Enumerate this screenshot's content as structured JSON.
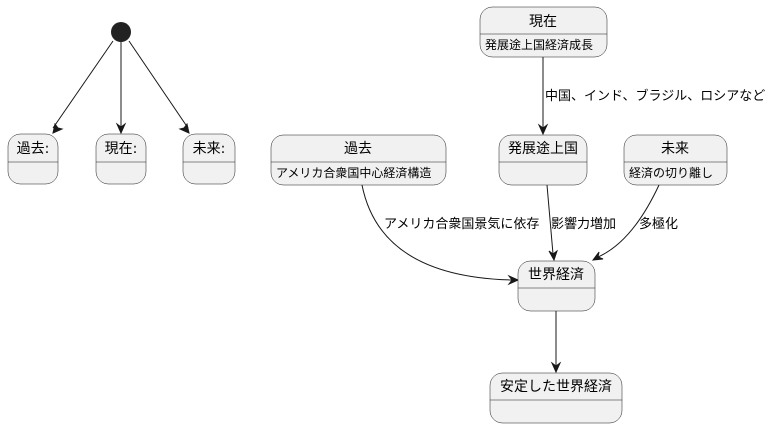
{
  "colors": {
    "state_fill": "#F1F1F1",
    "line": "#181818",
    "initial_node": "#222222",
    "background": "#FFFFFF"
  },
  "left_group": {
    "past": "過去:",
    "present": "現在:",
    "future": "未来:"
  },
  "states": {
    "present": {
      "title": "現在",
      "desc": "発展途上国経済成長"
    },
    "past": {
      "title": "過去",
      "desc": "アメリカ合衆国中心経済構造"
    },
    "developing": {
      "title": "発展途上国"
    },
    "future": {
      "title": "未来",
      "desc": "経済の切り離し"
    },
    "world_economy": {
      "title": "世界経済"
    },
    "stable_world_economy": {
      "title": "安定した世界経済"
    }
  },
  "edges": {
    "present_to_developing": "中国、インド、ブラジル、ロシアなど",
    "past_to_world": "アメリカ合衆国景気に依存",
    "developing_to_world": "影響力増加",
    "future_to_world": "多極化"
  }
}
